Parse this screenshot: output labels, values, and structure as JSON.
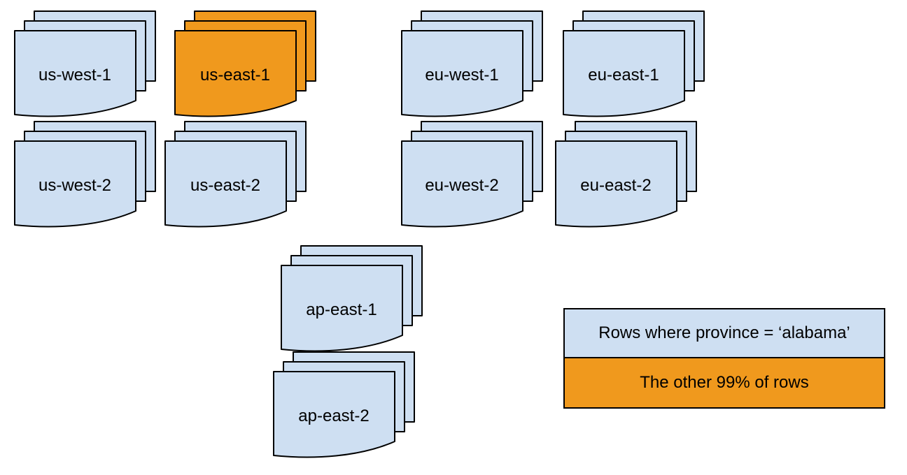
{
  "colors": {
    "doc_fill": "#CEDFF2",
    "highlight_fill": "#F0991D",
    "stroke": "#000000",
    "text": "#000000",
    "background": "#FFFFFF"
  },
  "regions": [
    {
      "id": "us-west-1",
      "label": "us-west-1",
      "fill": "#CEDFF2"
    },
    {
      "id": "us-east-1",
      "label": "us-east-1",
      "fill": "#F0991D"
    },
    {
      "id": "eu-west-1",
      "label": "eu-west-1",
      "fill": "#CEDFF2"
    },
    {
      "id": "eu-east-1",
      "label": "eu-east-1",
      "fill": "#CEDFF2"
    },
    {
      "id": "us-west-2",
      "label": "us-west-2",
      "fill": "#CEDFF2"
    },
    {
      "id": "us-east-2",
      "label": "us-east-2",
      "fill": "#CEDFF2"
    },
    {
      "id": "eu-west-2",
      "label": "eu-west-2",
      "fill": "#CEDFF2"
    },
    {
      "id": "eu-east-2",
      "label": "eu-east-2",
      "fill": "#CEDFF2"
    },
    {
      "id": "ap-east-1",
      "label": "ap-east-1",
      "fill": "#CEDFF2"
    },
    {
      "id": "ap-east-2",
      "label": "ap-east-2",
      "fill": "#CEDFF2"
    }
  ],
  "legend": {
    "rows": [
      {
        "label": "Rows where province = ‘alabama’",
        "fill": "#CEDFF2"
      },
      {
        "label": "The other 99% of rows",
        "fill": "#F0991D"
      }
    ]
  }
}
